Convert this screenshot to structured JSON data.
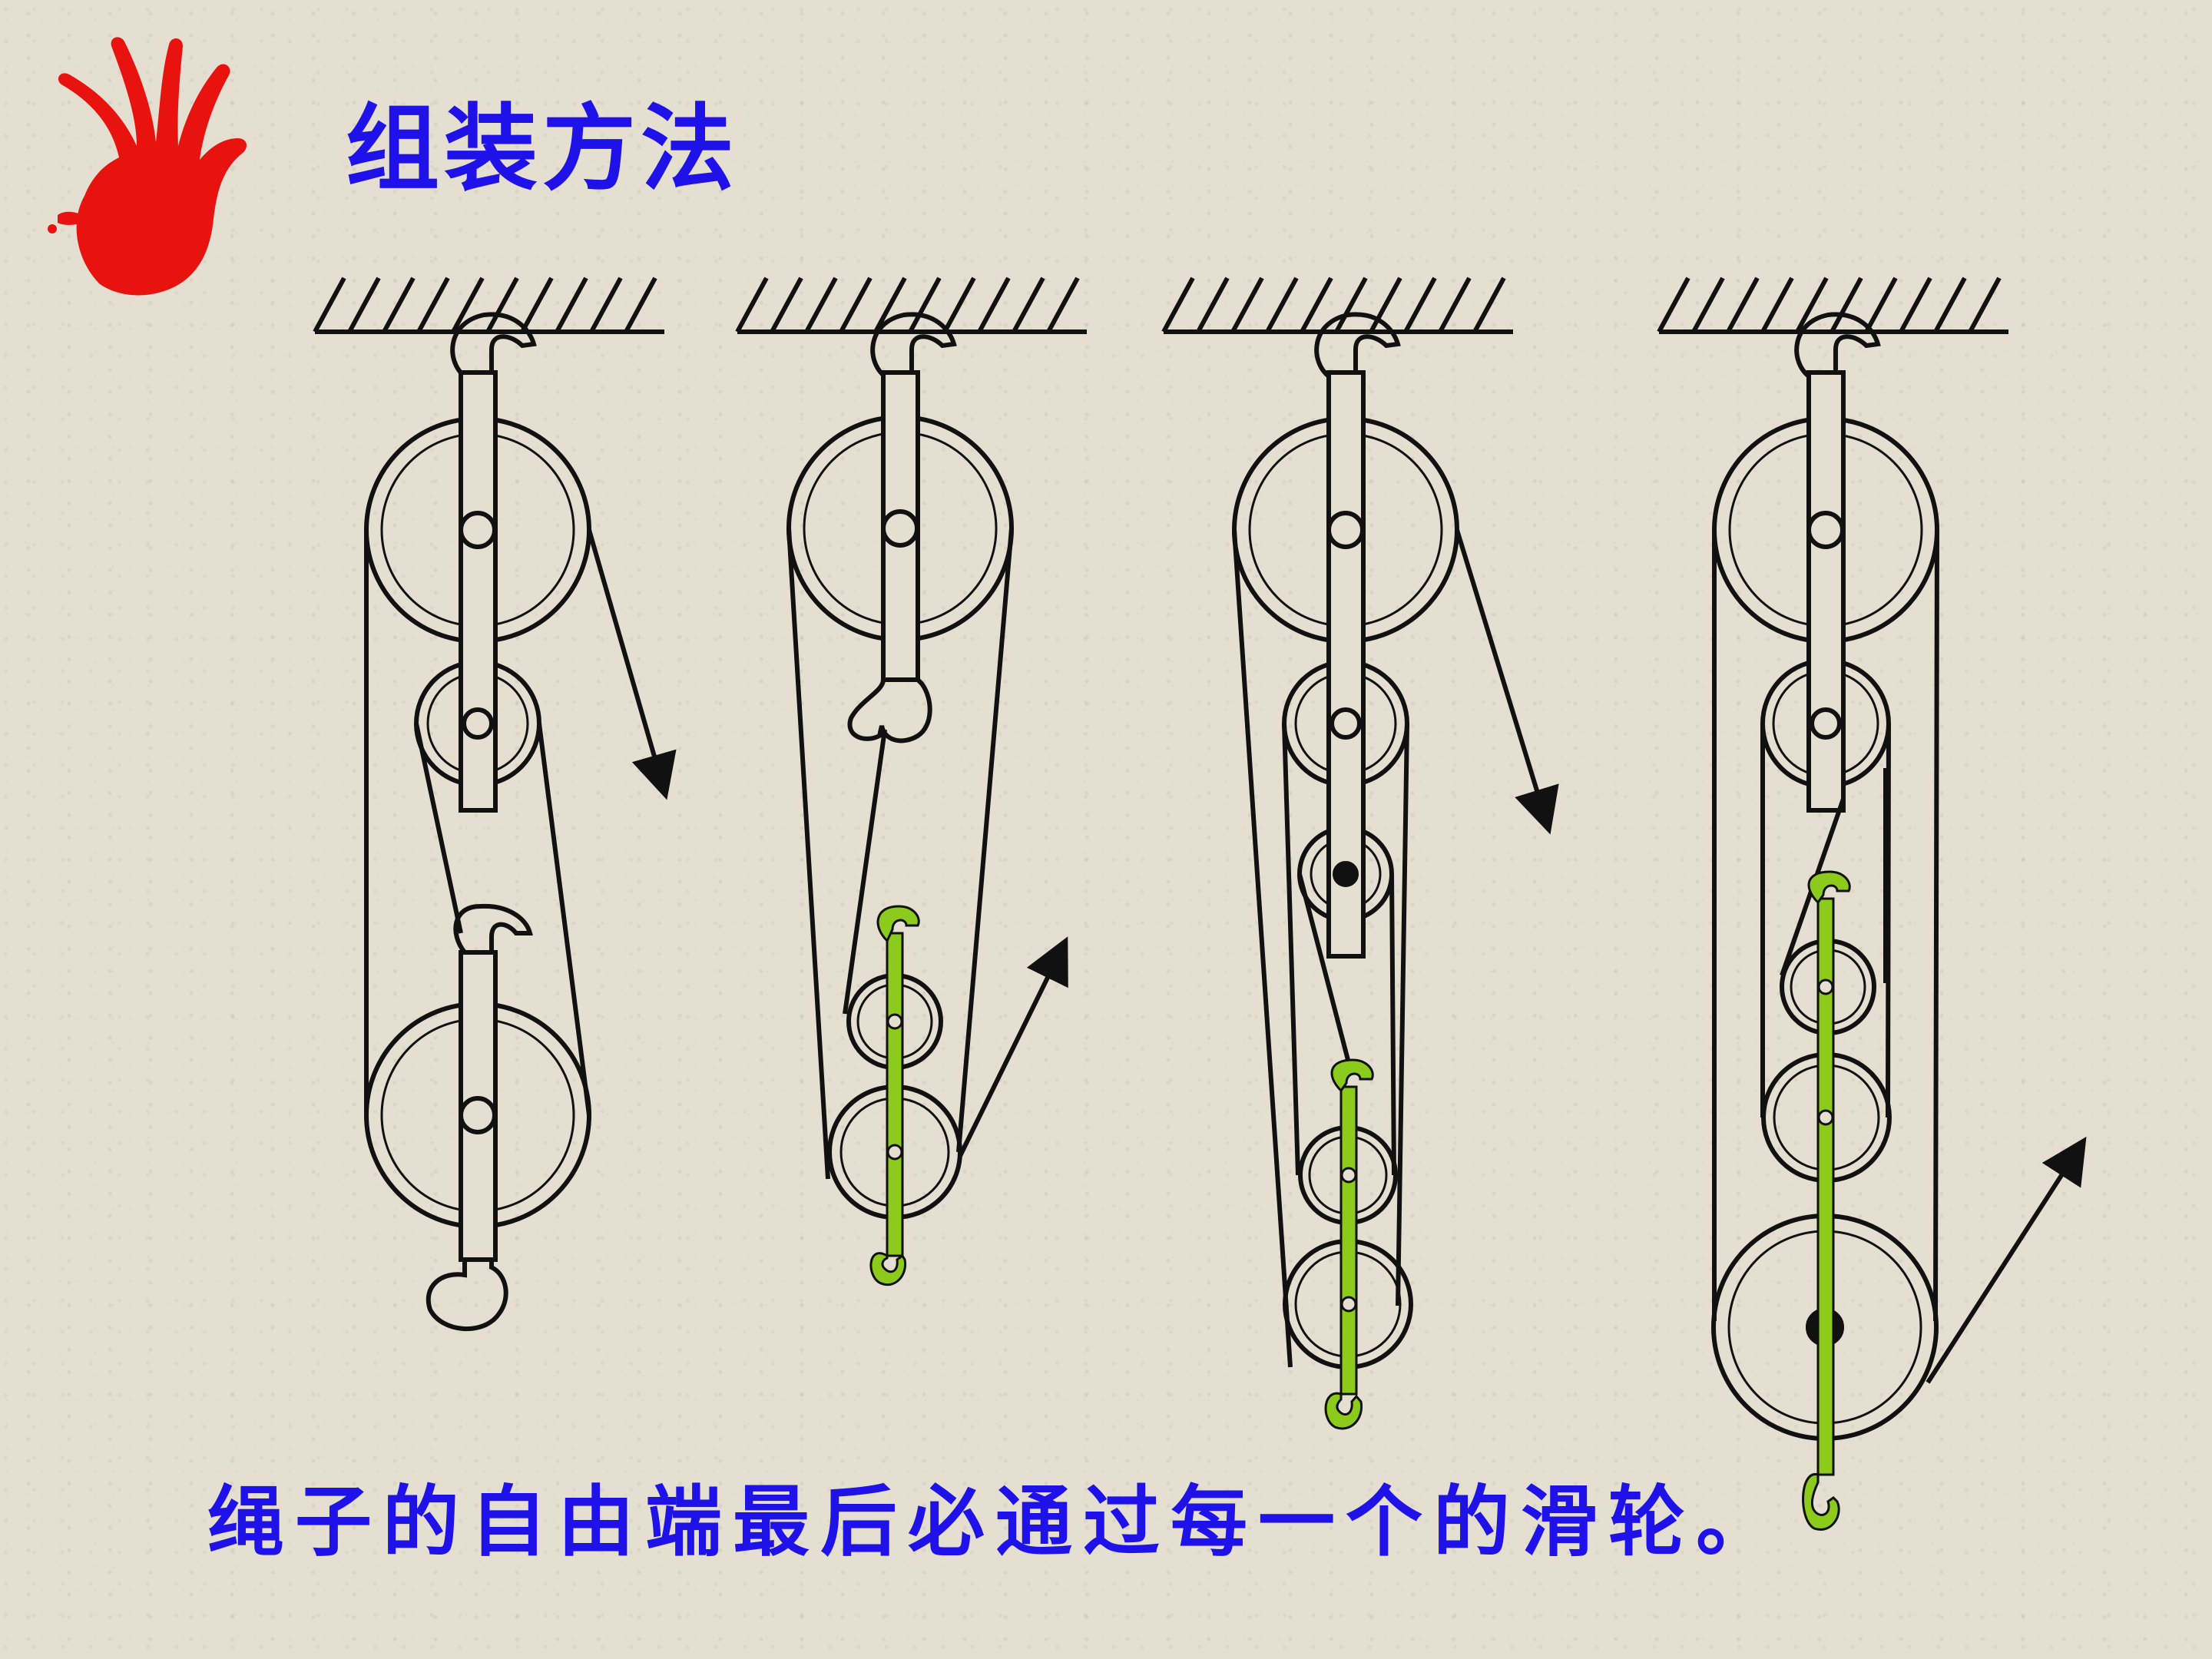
{
  "title": "组装方法",
  "caption": "绳子的自由端最后必通过每一个的滑轮。",
  "colors": {
    "text_blue": "#1f12e8",
    "hand_red": "#e8130f",
    "hook_green": "#8ccb1c",
    "line_black": "#111111"
  },
  "icons": {
    "hand": "red-hand-print-icon"
  },
  "pulley_systems": [
    {
      "name": "pulley-system-1",
      "fixed_pulleys": 2,
      "movable_pulleys": 1
    },
    {
      "name": "pulley-system-2",
      "fixed_pulleys": 1,
      "movable_pulleys": 2
    },
    {
      "name": "pulley-system-3",
      "fixed_pulleys": 3,
      "movable_pulleys": 2
    },
    {
      "name": "pulley-system-4",
      "fixed_pulleys": 2,
      "movable_pulleys": 3
    }
  ]
}
